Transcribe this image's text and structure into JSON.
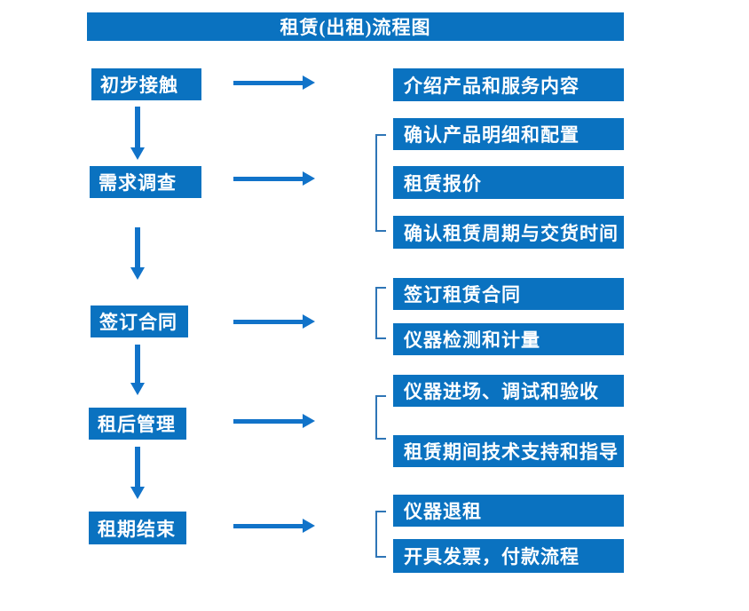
{
  "title": "租赁(出租)流程图",
  "colors": {
    "box_blue": "#0a72c0",
    "arrow_blue": "#1173c9",
    "bracket_blue": "#2e75b6"
  },
  "steps": [
    {
      "label": "初步接触",
      "details": [
        "介绍产品和服务内容"
      ]
    },
    {
      "label": "需求调查",
      "details": [
        "确认产品明细和配置",
        "租赁报价",
        "确认租赁周期与交货时间"
      ]
    },
    {
      "label": "签订合同",
      "details": [
        "签订租赁合同",
        "仪器检测和计量"
      ]
    },
    {
      "label": "租后管理",
      "details": [
        "仪器进场、调试和验收",
        "租赁期间技术支持和指导"
      ]
    },
    {
      "label": "租期结束",
      "details": [
        "仪器退租",
        "开具发票，付款流程"
      ]
    }
  ]
}
